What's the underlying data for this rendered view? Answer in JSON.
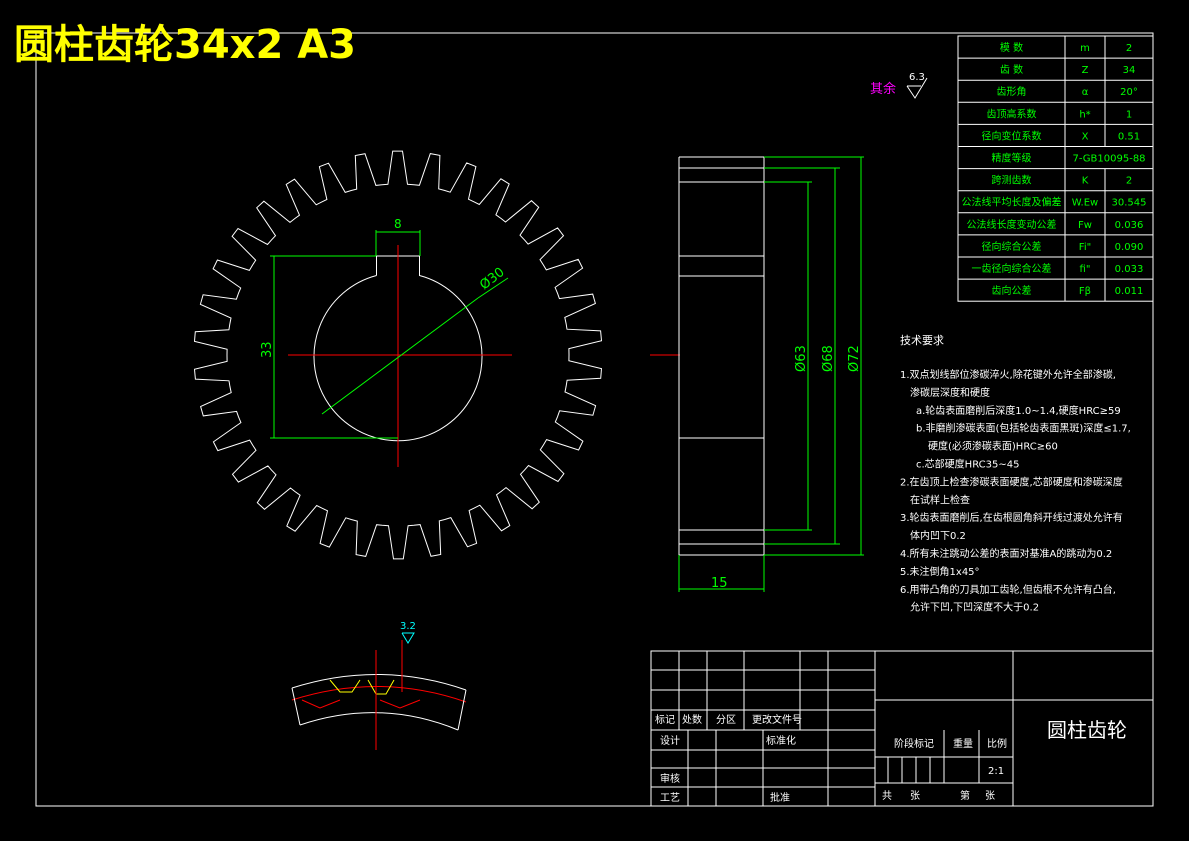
{
  "header": {
    "title": "圆柱齿轮34x2 A3",
    "title_color": "#ffff00"
  },
  "roughness": {
    "rest_label": "其余",
    "rest_value": "6.3",
    "detail_value": "3.2"
  },
  "dimensions": {
    "key_width": "8",
    "bore_dia": "Ø30",
    "keyway_depth": "33",
    "face_width": "15",
    "dia_63": "Ø63",
    "dia_68": "Ø68",
    "dia_72": "Ø72"
  },
  "param_table": [
    {
      "name": "模 数",
      "symbol": "m",
      "value": "2"
    },
    {
      "name": "齿 数",
      "symbol": "Z",
      "value": "34"
    },
    {
      "name": "齿形角",
      "symbol": "α",
      "value": "20°"
    },
    {
      "name": "齿顶高系数",
      "symbol": "h*",
      "value": "1"
    },
    {
      "name": "径向变位系数",
      "symbol": "X",
      "value": "0.51"
    },
    {
      "name": "精度等级",
      "symbol": "",
      "value": "7-GB10095-88"
    },
    {
      "name": "跨测齿数",
      "symbol": "K",
      "value": "2"
    },
    {
      "name": "公法线平均长度及偏差",
      "symbol": "W.Ew",
      "value": "30.545"
    },
    {
      "name": "公法线长度变动公差",
      "symbol": "Fw",
      "value": "0.036"
    },
    {
      "name": "径向综合公差",
      "symbol": "Fi\"",
      "value": "0.090"
    },
    {
      "name": "一齿径向综合公差",
      "symbol": "fi\"",
      "value": "0.033"
    },
    {
      "name": "齿向公差",
      "symbol": "Fβ",
      "value": "0.011"
    }
  ],
  "tech_requirements": {
    "heading": "技术要求",
    "lines": [
      "1.双点划线部位渗碳淬火,除花键外允许全部渗碳,",
      "渗碳层深度和硬度",
      "a.轮齿表面磨削后深度1.0~1.4,硬度HRC≥59",
      "b.非磨削渗碳表面(包括轮齿表面黑斑)深度≤1.7,",
      "硬度(必须渗碳表面)HRC≥60",
      "c.芯部硬度HRC35~45",
      "2.在齿顶上检查渗碳表面硬度,芯部硬度和渗碳深度",
      "在试样上检查",
      "3.轮齿表面磨削后,在齿根圆角斜开线过渡处允许有",
      "体内凹下0.2",
      "4.所有未注跳动公差的表面对基准A的跳动为0.2",
      "5.未注倒角1x45°",
      "6.用带凸角的刀具加工齿轮,但齿根不允许有凸台,",
      "允许下凹,下凹深度不大于0.2"
    ]
  },
  "title_block": {
    "mark": "标记",
    "count": "处数",
    "zone": "分区",
    "change_doc": "更改文件号",
    "design": "设计",
    "standardize": "标准化",
    "review": "审核",
    "process": "工艺",
    "approve": "批准",
    "stage_mark": "阶段标记",
    "weight": "重量",
    "scale": "比例",
    "scale_value": "2:1",
    "total": "共",
    "sheets": "张",
    "sheet": "第",
    "part_name": "圆柱齿轮"
  },
  "colors": {
    "background": "#000000",
    "lines": "#ffffff",
    "dimensions": "#00ff00",
    "centerlines": "#ff0000",
    "magenta": "#ff00ff",
    "cyan": "#00ffff",
    "yellow": "#ffff00"
  }
}
